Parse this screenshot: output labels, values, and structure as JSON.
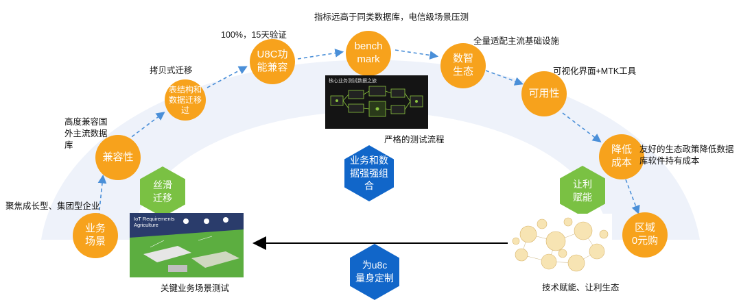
{
  "nodes": {
    "business_scene": "业务\n场景",
    "compatibility": "兼容性",
    "schema_migration": "表结构和\n数据迁移\n过",
    "u8c_compat": "U8C功\n能兼容",
    "benchmark": "bench\nmark",
    "ecosystem": "数智\n生态",
    "usability": "可用性",
    "cost_reduce": "降低\n成本",
    "zone_zero": "区域\n0元购"
  },
  "labels": {
    "business_scene": "聚焦成长型、集团型企业",
    "compatibility": "高度兼容国\n外主流数据\n库",
    "schema_migration": "拷贝式迁移",
    "u8c_compat": "100%，15天验证",
    "benchmark": "指标远高于同类数据库，电信级场景压测",
    "ecosystem": "全量适配主流基础设施",
    "usability": "可视化界面+MTK工具",
    "cost_reduce": "友好的生态政策降低数据\n库软件持有成本"
  },
  "hexagons": {
    "smooth_migration": "丝滑\n迁移",
    "empower": "让利\n赋能",
    "business_data": "业务和数\n据强强组\n合",
    "tailored": "为u8c\n量身定制"
  },
  "images": {
    "benchmark_flow": {
      "caption": "严格的测试流程",
      "inner_title": "核心业务测试数据之旅"
    },
    "iot": {
      "caption": "关键业务场景测试",
      "inner_title": "IoT Requirements\nAgriculture"
    },
    "ecosystem_map": {
      "caption": "技术赋能、让利生态"
    }
  },
  "colors": {
    "node": "#f7a21c",
    "arc_band": "#eef2fa",
    "dashed_arrow": "#4a8fd8",
    "hex_green": "#7ac143",
    "hex_blue": "#1166c9"
  }
}
